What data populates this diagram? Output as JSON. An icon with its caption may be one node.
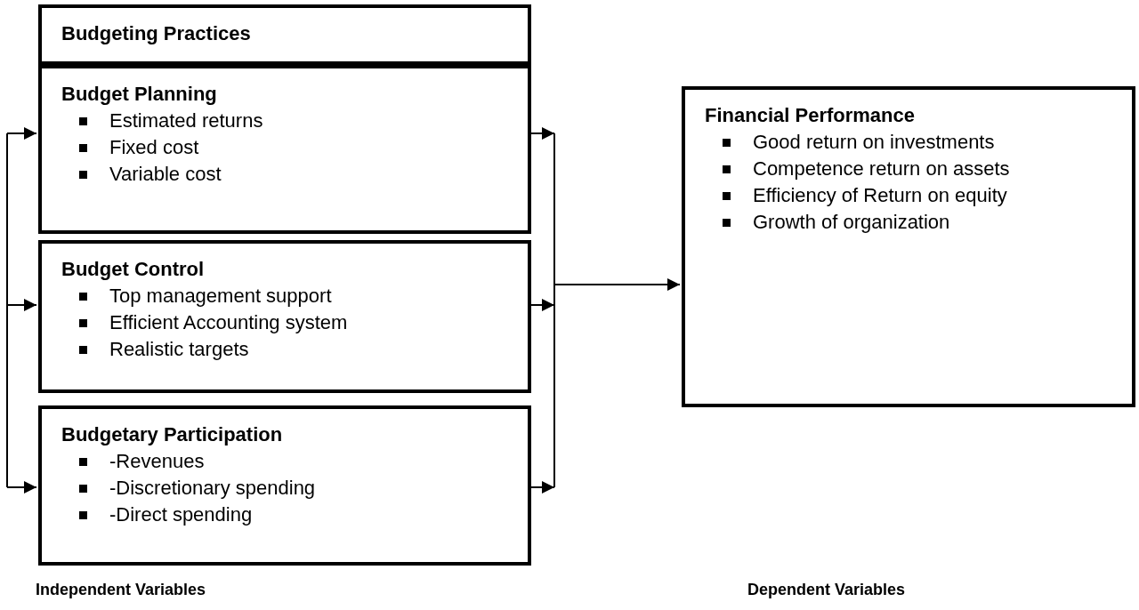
{
  "diagram": {
    "nodes": [
      {
        "text": [
          "Budgeting Practices"
        ]
      },
      {
        "text": [
          "Budget Planning",
          "Estimated returns",
          "Fixed cost",
          "Variable cost"
        ]
      },
      {
        "text": [
          "Budget Control",
          "Top management support",
          "Efficient Accounting system",
          "Realistic targets"
        ]
      },
      {
        "text": [
          "Budgetary Participation",
          "-Revenues",
          "-Discretionary spending",
          "-Direct spending"
        ]
      },
      {
        "text": [
          "Financial Performance",
          "Good return on investments",
          "Competence return on assets",
          "Efficiency of Return on equity",
          "Growth of organization"
        ]
      }
    ],
    "edges": [
      {
        "from": null,
        "to": 1,
        "arrow": "to"
      },
      {
        "from": null,
        "to": 2,
        "arrow": "to"
      },
      {
        "from": null,
        "to": 3,
        "arrow": "to"
      },
      {
        "from": 1,
        "to": 4,
        "arrow": "to"
      },
      {
        "from": 2,
        "to": 4,
        "arrow": "to"
      },
      {
        "from": 3,
        "to": 4,
        "arrow": "to"
      }
    ],
    "labels": [
      "Independent Variables",
      "Dependent Variables"
    ]
  }
}
